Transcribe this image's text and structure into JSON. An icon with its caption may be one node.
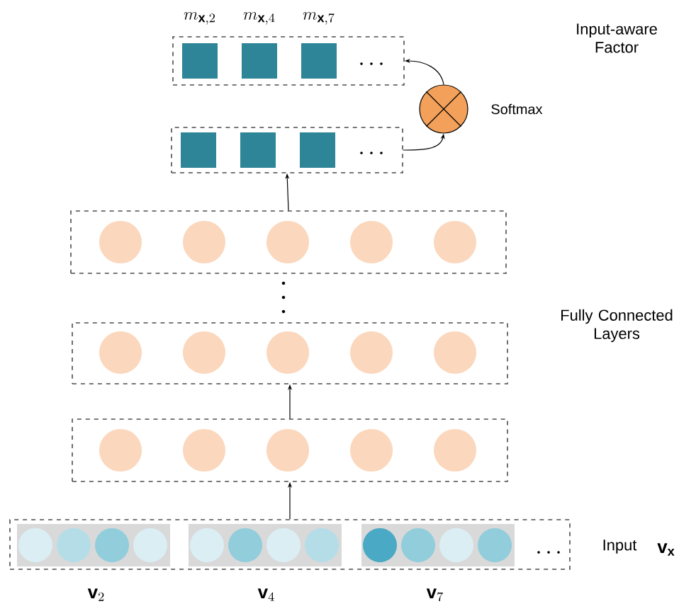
{
  "diagram": {
    "nodes": [
      {
        "text": [],
        "shape": "box"
      },
      {
        "text": [],
        "shape": "circle",
        "beside": [
          "Softmax"
        ]
      },
      {
        "text": [],
        "shape": "box"
      },
      {
        "text": [],
        "shape": "box"
      },
      {
        "text": [],
        "shape": "box"
      },
      {
        "text": [],
        "shape": "box"
      },
      {
        "text": [],
        "shape": "box"
      }
    ],
    "edges": [
      {
        "from": 6,
        "to": 5,
        "arrow": "to"
      },
      {
        "from": 5,
        "to": 4,
        "arrow": "to"
      },
      {
        "from": 3,
        "to": 2,
        "arrow": "to"
      },
      {
        "from": 2,
        "to": 1,
        "arrow": "to"
      },
      {
        "from": 1,
        "to": 0,
        "arrow": "to"
      }
    ],
    "labels": [
      "m_{\\mathbf{x},2}",
      "m_{\\mathbf{x},4}",
      "m_{\\mathbf{x},7}",
      "Input-aware Factor",
      "Fully Connected Layers",
      "Input",
      "\\mathbf{v}_{\\mathbf{x}}",
      "\\mathbf{v}_{2}",
      "\\mathbf{v}_{4}",
      "\\mathbf{v}_{7}"
    ]
  }
}
